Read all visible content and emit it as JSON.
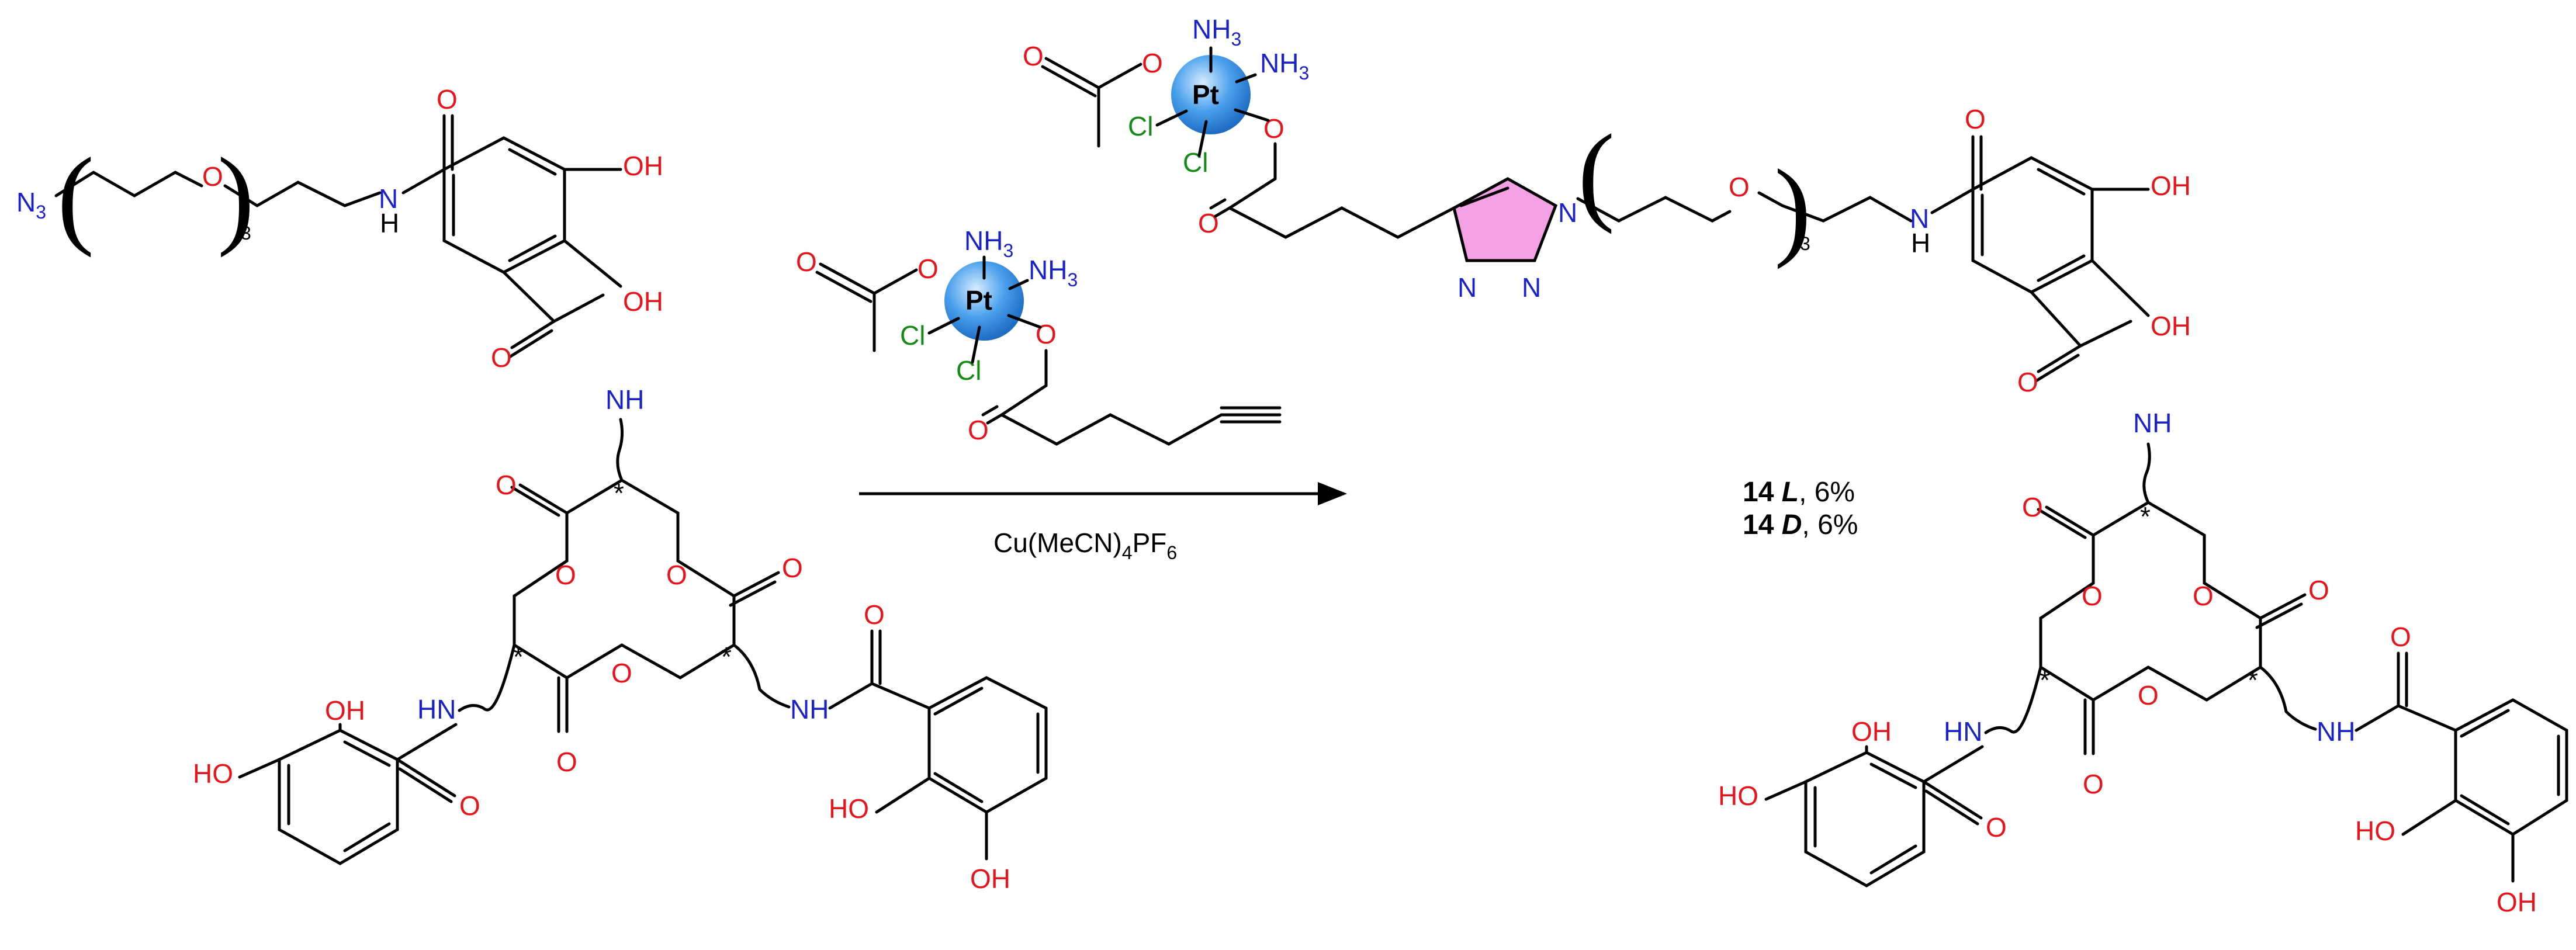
{
  "scheme": {
    "reagent_condition": "Cu(MeCN)",
    "reagent_condition_sub": "4",
    "reagent_condition_tail": "PF",
    "reagent_condition_sub2": "6",
    "product_labels": [
      {
        "id": "14",
        "isomer": "L",
        "yield": ", 6%"
      },
      {
        "id": "14",
        "isomer": "D",
        "yield": ", 6%"
      }
    ]
  },
  "atoms": {
    "azide": "N",
    "azide_sub": "3",
    "amine": "NH",
    "amine_sub": "3",
    "hydroxyl": "OH",
    "hydroxyl_rev": "HO",
    "imine_h": "H",
    "amide_nh": "NH",
    "amide_hn": "HN",
    "oxygen": "O",
    "nitrogen": "N",
    "chlorine": "Cl",
    "platinum": "Pt",
    "triazole_n1": "N",
    "triazole_n23": "N=N",
    "peg_repeat": "3",
    "stereo": "*"
  },
  "colors": {
    "oxygen": "#e8141c",
    "nitrogen": "#1a22c8",
    "chlorine": "#168a16",
    "platinum_sphere": "#3a8ee6",
    "triazole_fill": "#f4a0e4"
  }
}
